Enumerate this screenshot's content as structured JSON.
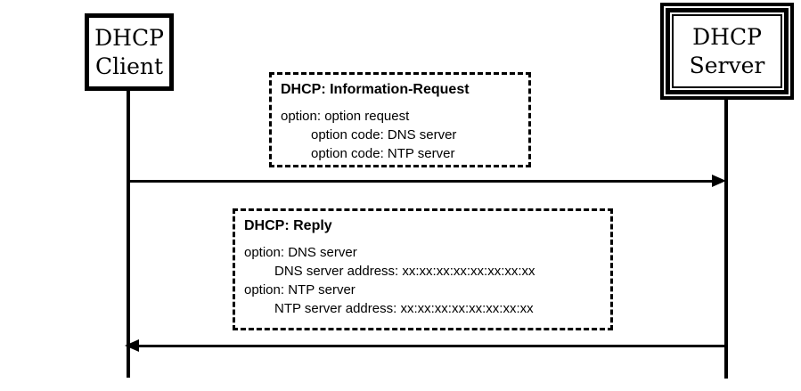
{
  "colors": {
    "ink": "#000000",
    "background": "#ffffff"
  },
  "nodes": {
    "client": {
      "lines": [
        "DHCP",
        "Client"
      ]
    },
    "server": {
      "lines": [
        "DHCP",
        "Server"
      ]
    }
  },
  "messages": {
    "request": {
      "title": "DHCP: Information-Request",
      "line1": "option: option request",
      "line2": "option code: DNS server",
      "line3": "option code: NTP server",
      "direction": "client-to-server"
    },
    "reply": {
      "title": "DHCP: Reply",
      "line1": "option: DNS server",
      "line2": "DNS server address: xx:xx:xx:xx:xx:xx:xx:xx",
      "line3": "option: NTP server",
      "line4": "NTP server address: xx:xx:xx:xx:xx:xx:xx:xx",
      "direction": "server-to-client"
    }
  }
}
